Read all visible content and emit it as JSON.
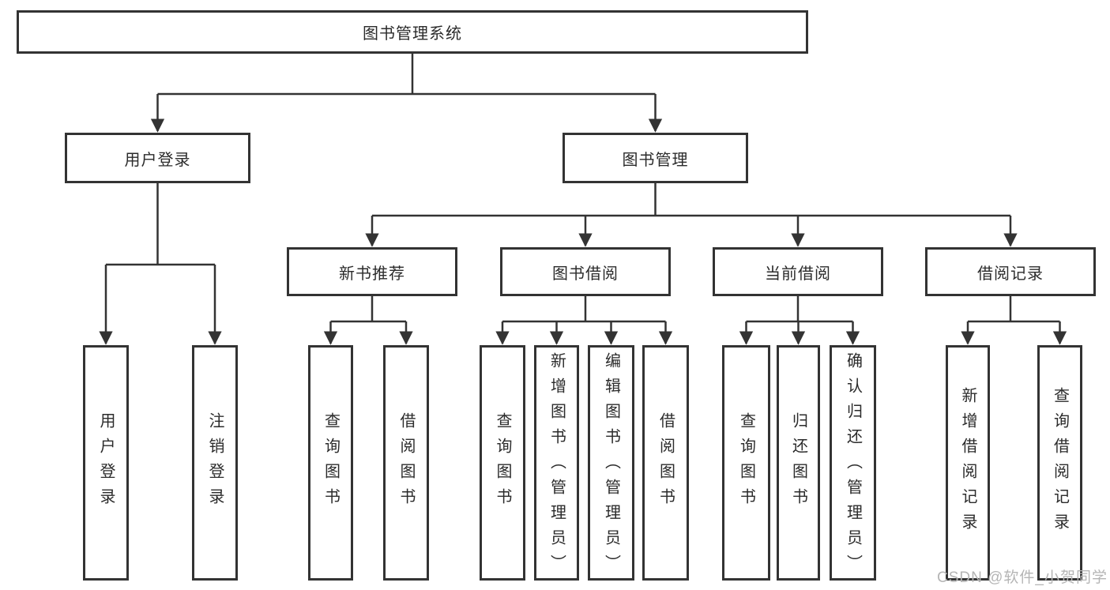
{
  "watermark": {
    "text": "CSDN @软件_小贺同学"
  },
  "colors": {
    "line": "#333333",
    "text": "#2b2b2b",
    "watermark": "#b5b5b5",
    "background": "#ffffff"
  },
  "tree": {
    "root": {
      "label": "图书管理系统"
    },
    "branches": [
      {
        "label": "用户登录",
        "leaves": [
          {
            "label": "用户登录"
          },
          {
            "label": "注销登录"
          }
        ]
      },
      {
        "label": "图书管理",
        "children": [
          {
            "label": "新书推荐",
            "leaves": [
              {
                "label": "查询图书"
              },
              {
                "label": "借阅图书"
              }
            ]
          },
          {
            "label": "图书借阅",
            "leaves": [
              {
                "label": "查询图书"
              },
              {
                "label": "新增图书（管理员）"
              },
              {
                "label": "编辑图书（管理员）"
              },
              {
                "label": "借阅图书"
              }
            ]
          },
          {
            "label": "当前借阅",
            "leaves": [
              {
                "label": "查询图书"
              },
              {
                "label": "归还图书"
              },
              {
                "label": "确认归还（管理员）"
              }
            ]
          },
          {
            "label": "借阅记录",
            "leaves": [
              {
                "label": "新增借阅记录"
              },
              {
                "label": "查询借阅记录"
              }
            ]
          }
        ]
      }
    ]
  }
}
